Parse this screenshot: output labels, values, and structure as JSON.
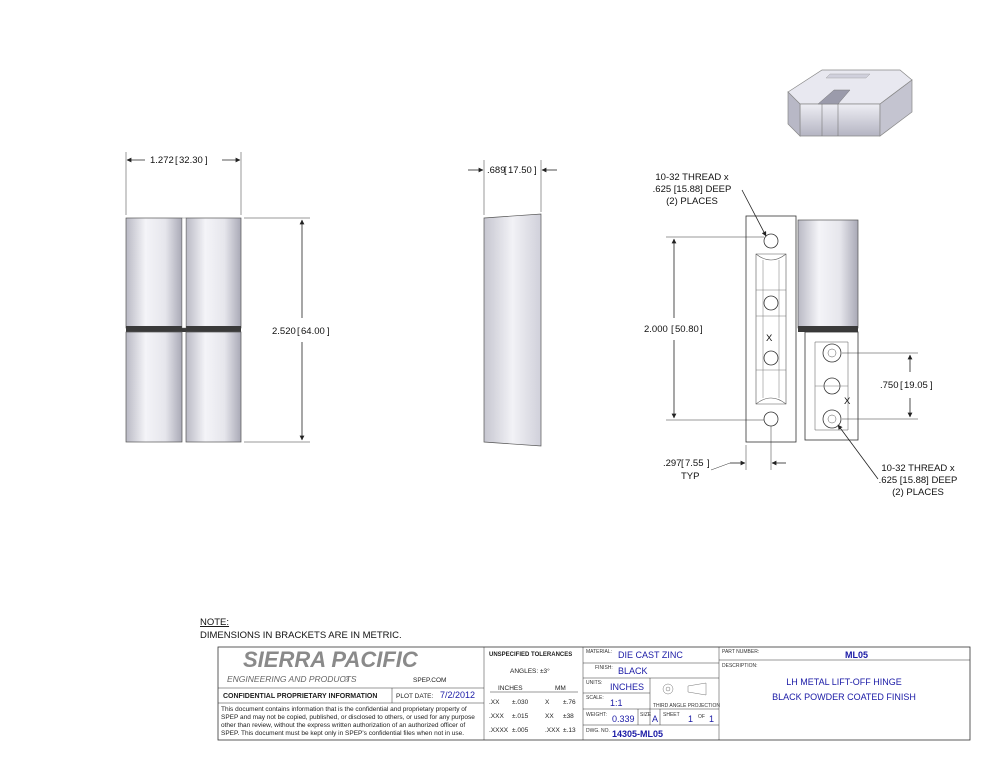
{
  "drawing": {
    "dimensions": {
      "width": "1.272",
      "width_metric": "32.30",
      "height": "2.520",
      "height_metric": "64.00",
      "thickness": ".689",
      "thickness_metric": "17.50",
      "hole_spacing": "2.000",
      "hole_spacing_metric": "50.80",
      "small_spacing": ".750",
      "small_spacing_metric": "19.05",
      "edge_offset": ".297",
      "edge_offset_metric": "7.55",
      "edge_offset_note": "TYP"
    },
    "callout_top": [
      "10-32 THREAD x",
      ".625 [15.88] DEEP",
      "(2) PLACES"
    ],
    "callout_bottom": [
      "10-32 THREAD x",
      ".625 [15.88] DEEP",
      "(2) PLACES"
    ],
    "hole_mark": "X"
  },
  "note": {
    "heading": "NOTE:",
    "text": "DIMENSIONS IN BRACKETS ARE IN METRIC."
  },
  "title_block": {
    "company": "SIERRA PACIFIC",
    "company_sub": "ENGINEERING AND PRODUCTS",
    "registered": "®",
    "website": "SPEP.COM",
    "confidential_heading": "CONFIDENTIAL PROPRIETARY INFORMATION",
    "plot_date_label": "PLOT DATE:",
    "plot_date": "7/2/2012",
    "confidential_text": [
      "This document contains information that is the confidential and proprietary property of",
      "SPEP and may not be copied, published, or disclosed to others, or used for any purpose",
      "other than review, without the express written authorization of an authorized officer of",
      "SPEP. This document must be kept only in SPEP's confidential files when not in use."
    ],
    "tolerances": {
      "heading": "UNSPECIFIED TOLERANCES",
      "angles": "ANGLES: ±3°",
      "inches_label": "INCHES",
      "mm_label": "MM",
      "rows": [
        {
          "in_fmt": ".XX",
          "in_tol": "±.030",
          "mm_fmt": "X",
          "mm_tol": "±.76"
        },
        {
          "in_fmt": ".XXX",
          "in_tol": "±.015",
          "mm_fmt": "XX",
          "mm_tol": "±38"
        },
        {
          "in_fmt": ".XXXX",
          "in_tol": "±.005",
          "mm_fmt": ".XXX",
          "mm_tol": "±.13"
        }
      ]
    },
    "material_label": "MATERIAL:",
    "material": "DIE CAST ZINC",
    "finish_label": "FINISH:",
    "finish": "BLACK",
    "units_label": "UNITS:",
    "units": "INCHES",
    "scale_label": "SCALE:",
    "scale": "1:1",
    "projection_label": "THIRD ANGLE PROJECTION",
    "weight_label": "WEIGHT:",
    "weight": "0.339",
    "size_label": "SIZE",
    "size": "A",
    "sheet_label": "SHEET",
    "sheet": "1",
    "of_label": "OF",
    "sheet_total": "1",
    "dwg_label": "DWG. NO.",
    "dwg_no": "14305-ML05",
    "part_number_label": "PART NUMBER:",
    "part_number": "ML05",
    "description_label": "DESCRIPTION:",
    "description": [
      "LH METAL LIFT-OFF HINGE",
      "BLACK POWDER COATED FINISH"
    ]
  },
  "colors": {
    "title_blue": "#1a1aa6",
    "company_gray": "#8a8a8a",
    "part_gray": "#d8d8de"
  }
}
